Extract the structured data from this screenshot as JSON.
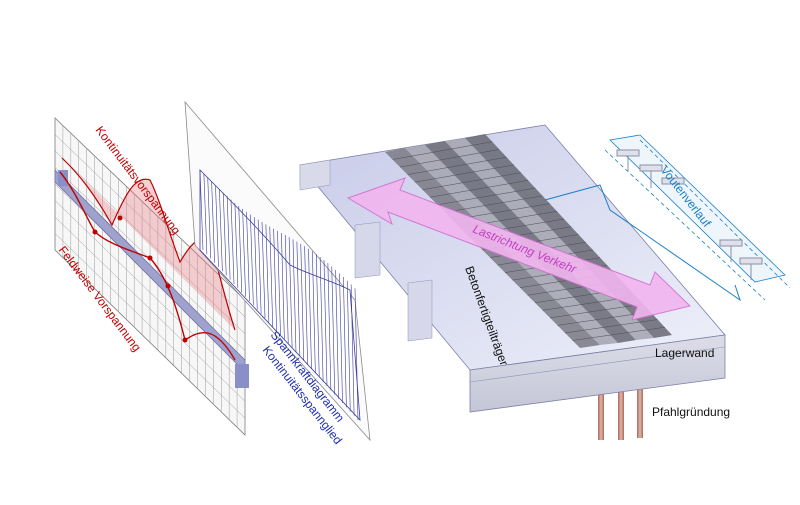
{
  "labels": {
    "kontinuitaetsvorspannung": "Kontinuitätsvorspannung",
    "feldweise_vorspannung": "Feldweise Vorspannung",
    "spannkraftdiagramm": "Spannkraftdiagramm",
    "kontinuitaetsspannglied": "Kontinuitätsspannglied",
    "lastrichtung": "Lastrichtung Verkehr",
    "betonfertigteiltraeger": "Betonfertigteilträger",
    "lagerwand": "Lagerwand",
    "pfahlgruendung": "Pfahlgründung",
    "voutenverlauf": "Voutenverlauf"
  },
  "colors": {
    "red_annotation": "#c00000",
    "blue_annotation": "#1f2fb0",
    "cyan_annotation": "#1a7fc8",
    "arrow_fill": "#f2b6f0",
    "arrow_text": "#c040c0",
    "deck": "#d9dcf0",
    "girder": "#6e6f7a",
    "pile": "#c98e80"
  }
}
